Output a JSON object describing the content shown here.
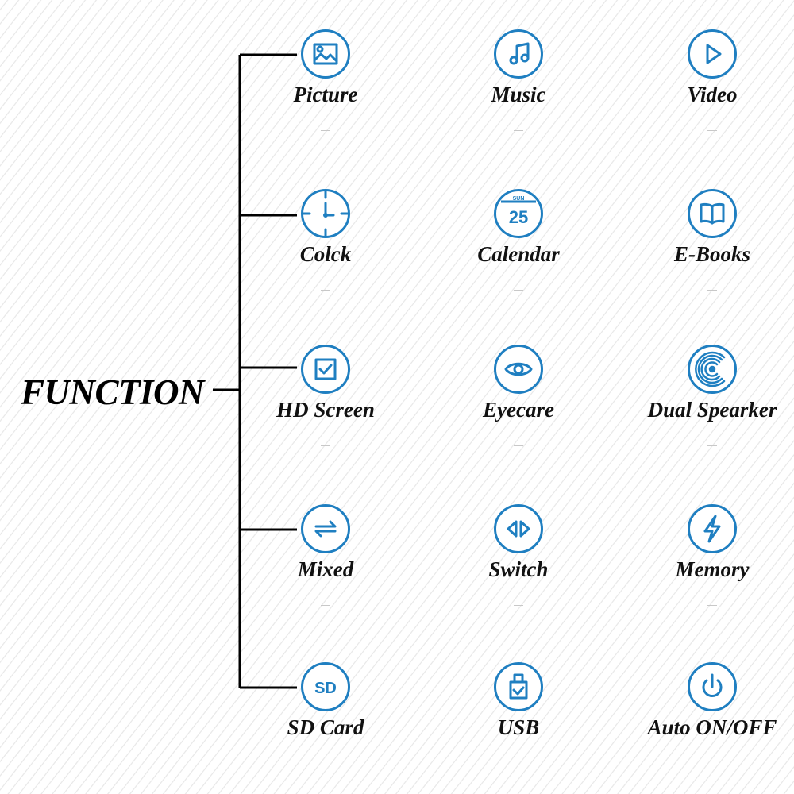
{
  "title": "FUNCTION",
  "accent_color": "#1f7fc1",
  "features": [
    {
      "label": "Picture",
      "icon": "picture-icon"
    },
    {
      "label": "Music",
      "icon": "music-icon"
    },
    {
      "label": "Video",
      "icon": "video-play-icon"
    },
    {
      "label": "Colck",
      "icon": "clock-icon"
    },
    {
      "label": "Calendar",
      "icon": "calendar-icon",
      "icon_text": {
        "day": "SUN",
        "date": "25"
      }
    },
    {
      "label": "E-Books",
      "icon": "book-icon"
    },
    {
      "label": "HD Screen",
      "icon": "screen-check-icon"
    },
    {
      "label": "Eyecare",
      "icon": "eye-icon"
    },
    {
      "label": "Dual Spearker",
      "icon": "speaker-icon"
    },
    {
      "label": "Mixed",
      "icon": "swap-arrows-icon"
    },
    {
      "label": "Switch",
      "icon": "switch-arrows-icon"
    },
    {
      "label": "Memory",
      "icon": "lightning-icon"
    },
    {
      "label": "SD Card",
      "icon": "sd-card-icon",
      "icon_text": "SD"
    },
    {
      "label": "USB",
      "icon": "usb-drive-icon"
    },
    {
      "label": "Auto ON/OFF",
      "icon": "power-icon"
    }
  ]
}
